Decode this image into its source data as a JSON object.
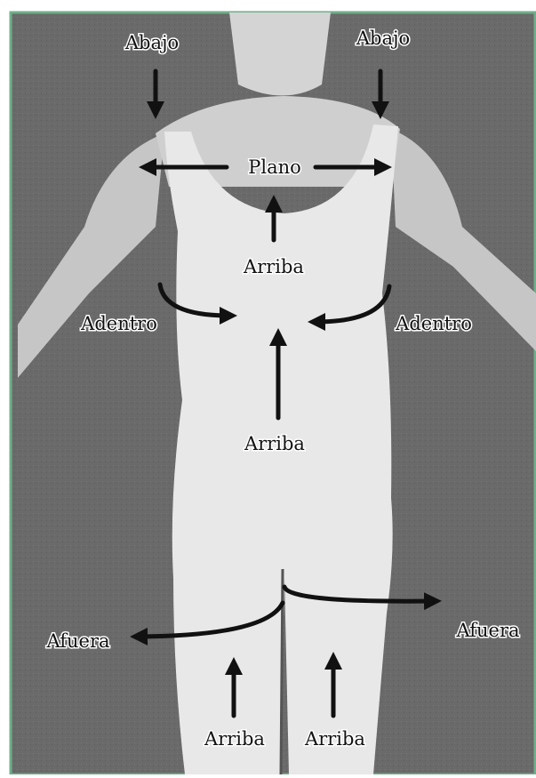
{
  "labels": {
    "shoulder_left": "Abajo",
    "shoulder_right": "Abajo",
    "chest": "Plano",
    "chest_up": "Arriba",
    "waist_left": "Adentro",
    "waist_right": "Adentro",
    "abdomen_up": "Arriba",
    "hip_left": "Afuera",
    "hip_right": "Afuera",
    "leg_left": "Arriba",
    "leg_right": "Arriba"
  }
}
